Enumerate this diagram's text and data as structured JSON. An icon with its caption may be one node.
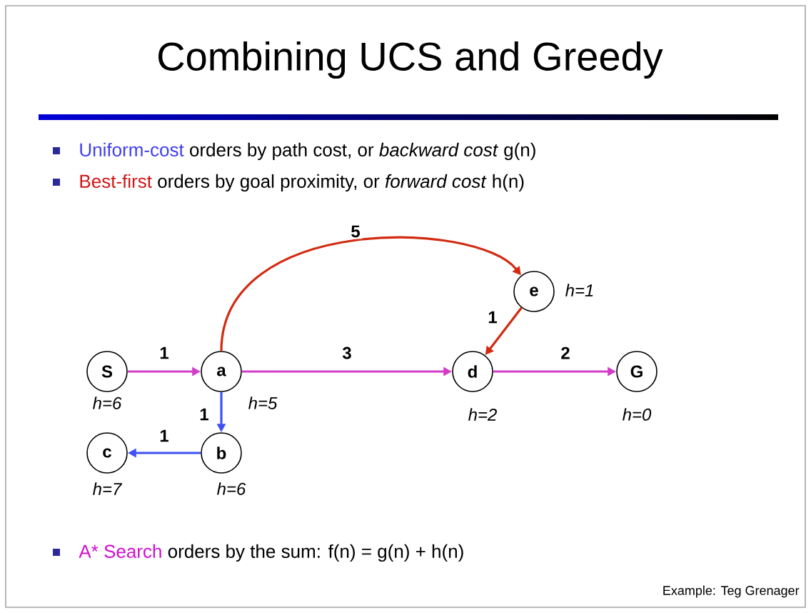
{
  "diagram": {
    "title": "Combining UCS and Greedy",
    "nodes": [
      {
        "text": [
          "S"
        ],
        "beside": [
          "h=6"
        ]
      },
      {
        "text": [
          "a"
        ],
        "beside": [
          "h=5"
        ]
      },
      {
        "text": [
          "b"
        ],
        "beside": [
          "h=6"
        ]
      },
      {
        "text": [
          "c"
        ],
        "beside": [
          "h=7"
        ]
      },
      {
        "text": [
          "d"
        ],
        "beside": [
          "h=2"
        ]
      },
      {
        "text": [
          "e"
        ],
        "beside": [
          "h=1"
        ]
      },
      {
        "text": [
          "G"
        ],
        "beside": [
          "h=0"
        ]
      }
    ],
    "edges": [
      {
        "from": 0,
        "to": 1,
        "arrow": "to",
        "label": "1"
      },
      {
        "from": 1,
        "to": 4,
        "arrow": "to",
        "label": "3"
      },
      {
        "from": 4,
        "to": 6,
        "arrow": "to",
        "label": "2"
      },
      {
        "from": 1,
        "to": 2,
        "arrow": "to",
        "label": "1",
        "color": "#3f51f5"
      },
      {
        "from": 2,
        "to": 3,
        "arrow": "to",
        "label": "1",
        "color": "#3f51f5"
      },
      {
        "from": 1,
        "to": 5,
        "arrow": "to",
        "label": "5",
        "color": "#d22a10"
      },
      {
        "from": 5,
        "to": 4,
        "arrow": "to",
        "label": "1",
        "color": "#d22a10"
      }
    ],
    "labels": [
      "Uniform-cost",
      "orders by path cost, or *backward cost*  g(n)",
      "Best-first",
      "orders by goal proximity, or *forward cost*  h(n)",
      "A* Search",
      "orders by the sum: f(n) = g(n) + h(n)",
      "Example: Teg Grenager"
    ]
  }
}
